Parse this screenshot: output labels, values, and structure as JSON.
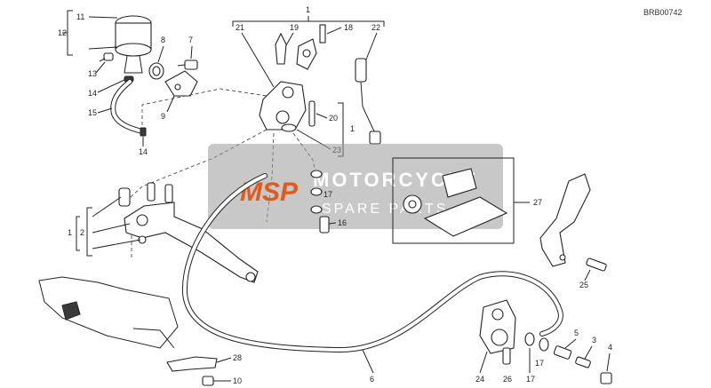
{
  "diagram_code": "BRB00742",
  "callouts": {
    "c1_top": "1",
    "c1_right": "1",
    "c1_left": "1",
    "c2": "2",
    "c3": "3",
    "c4": "4",
    "c5": "5",
    "c6": "6",
    "c7": "7",
    "c8": "8",
    "c9": "9",
    "c10": "10",
    "c11": "11",
    "c12": "12",
    "c13": "13",
    "c14a": "14",
    "c14b": "14",
    "c15": "15",
    "c16": "16",
    "c17a": "17",
    "c17b": "17",
    "c17c": "17",
    "c18": "18",
    "c19": "19",
    "c20": "20",
    "c21": "21",
    "c22": "22",
    "c23": "23",
    "c24": "24",
    "c25": "25",
    "c27": "27",
    "c28": "28"
  },
  "watermark": {
    "logo": "MSP",
    "line1": "MOTORCYCLE",
    "line2": "SPARE PARTS",
    "color": "#e05a1e"
  }
}
